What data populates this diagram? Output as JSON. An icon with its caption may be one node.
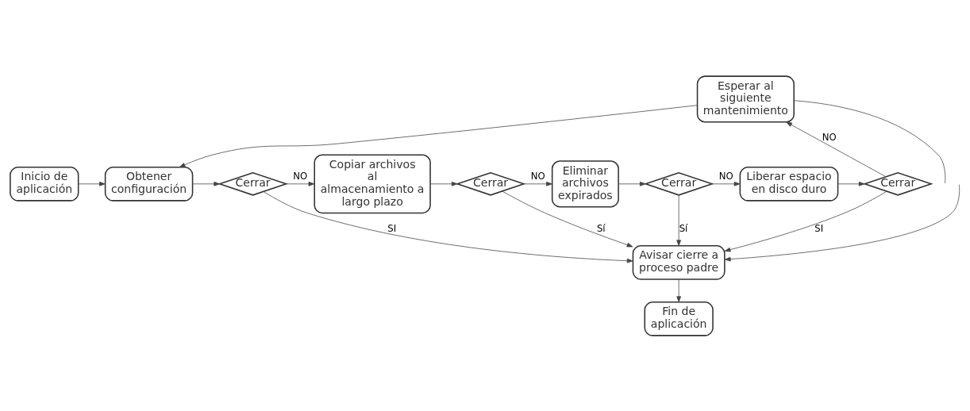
{
  "diagram": {
    "nodes": [
      {
        "text": [
          "Inicio de aplicación"
        ]
      },
      {
        "text": [
          "Obtener configuración"
        ]
      },
      {
        "text": [
          "Cerrar"
        ]
      },
      {
        "text": [
          "Copiar archivos al almacenamiento a largo plazo"
        ]
      },
      {
        "text": [
          "Cerrar"
        ]
      },
      {
        "text": [
          "Eliminar archivos expirados"
        ]
      },
      {
        "text": [
          "Cerrar"
        ]
      },
      {
        "text": [
          "Liberar espacio en disco duro"
        ]
      },
      {
        "text": [
          "Cerrar"
        ]
      },
      {
        "text": [
          "Esperar al siguiente mantenimiento"
        ]
      },
      {
        "text": [
          "Avisar cierre a proceso padre"
        ]
      },
      {
        "text": [
          "Fin de aplicación"
        ]
      }
    ],
    "edges": [
      {
        "from": 0,
        "to": 1,
        "arrow": "to"
      },
      {
        "from": 1,
        "to": 2,
        "arrow": "to"
      },
      {
        "from": 2,
        "to": 3,
        "arrow": "to",
        "label": "NO"
      },
      {
        "from": 3,
        "to": 4,
        "arrow": "to"
      },
      {
        "from": 4,
        "to": 5,
        "arrow": "to",
        "label": "NO"
      },
      {
        "from": 5,
        "to": 6,
        "arrow": "to"
      },
      {
        "from": 6,
        "to": 7,
        "arrow": "to",
        "label": "NO"
      },
      {
        "from": 7,
        "to": 8,
        "arrow": "to"
      },
      {
        "from": 8,
        "to": 9,
        "arrow": "to",
        "label": "NO"
      },
      {
        "from": 9,
        "to": 1,
        "arrow": "to"
      },
      {
        "from": 2,
        "to": 10,
        "arrow": "to",
        "label": "SI"
      },
      {
        "from": 4,
        "to": 10,
        "arrow": "to",
        "label": "Sí"
      },
      {
        "from": 6,
        "to": 10,
        "arrow": "to",
        "label": "Sí"
      },
      {
        "from": 8,
        "to": 10,
        "arrow": "to",
        "label": "SI"
      },
      {
        "from": 10,
        "to": 11,
        "arrow": "to"
      },
      {
        "from": 9,
        "to": null,
        "arrow": "none"
      },
      {
        "from": null,
        "to": 10,
        "arrow": "to"
      }
    ]
  }
}
